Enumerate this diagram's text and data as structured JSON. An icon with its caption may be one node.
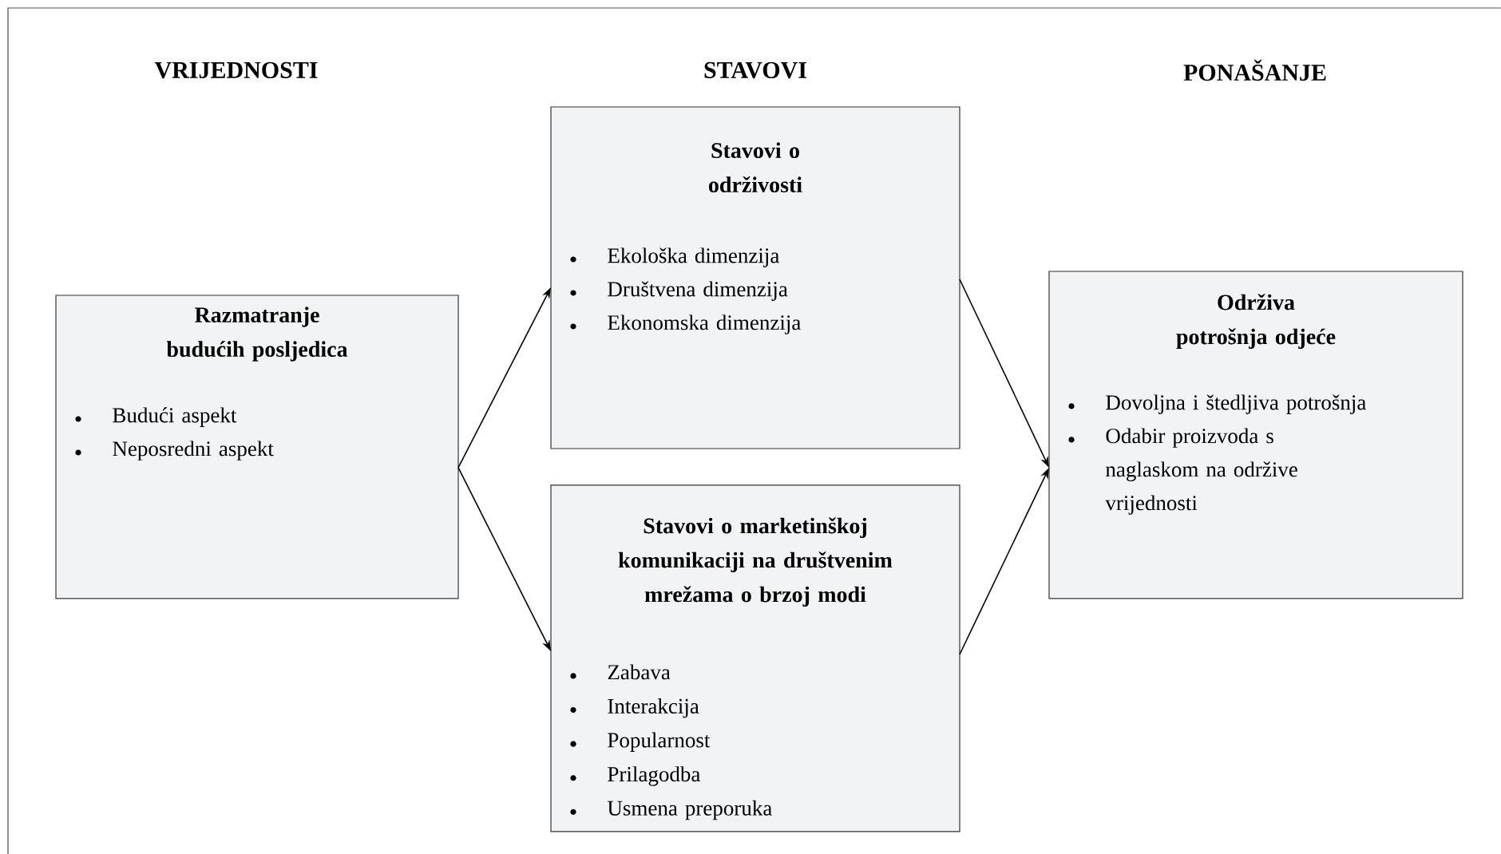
{
  "diagram": {
    "nodes": [
      {
        "text": [
          "Razmatranje budućih posljedica",
          "Budući aspekt",
          "Neposredni aspekt"
        ]
      },
      {
        "text": [
          "Stavovi o održivosti",
          "Ekološka dimenzija",
          "Društvena dimenzija",
          "Ekonomska dimenzija"
        ]
      },
      {
        "text": [
          "Stavovi o marketinškoj komunikaciji na društvenim mrežama o brzoj modi",
          "Zabava",
          "Interakcija",
          "Popularnost",
          "Prilagodba",
          "Usmena preporuka"
        ]
      },
      {
        "text": [
          "Održiva potrošnja odjeće",
          "Dovoljna i štedljiva potrošnja",
          "Odabir proizvoda s naglaskom na održive vrijednosti"
        ]
      }
    ],
    "edges": [
      {
        "from": 0,
        "to": 1,
        "arrow": "to"
      },
      {
        "from": 0,
        "to": 2,
        "arrow": "to"
      },
      {
        "from": 1,
        "to": 3,
        "arrow": "to"
      },
      {
        "from": 2,
        "to": 3,
        "arrow": "to"
      }
    ],
    "labels": [
      "VRIJEDNOSTI",
      "STAVOVI",
      "PONAŠANJE"
    ]
  }
}
